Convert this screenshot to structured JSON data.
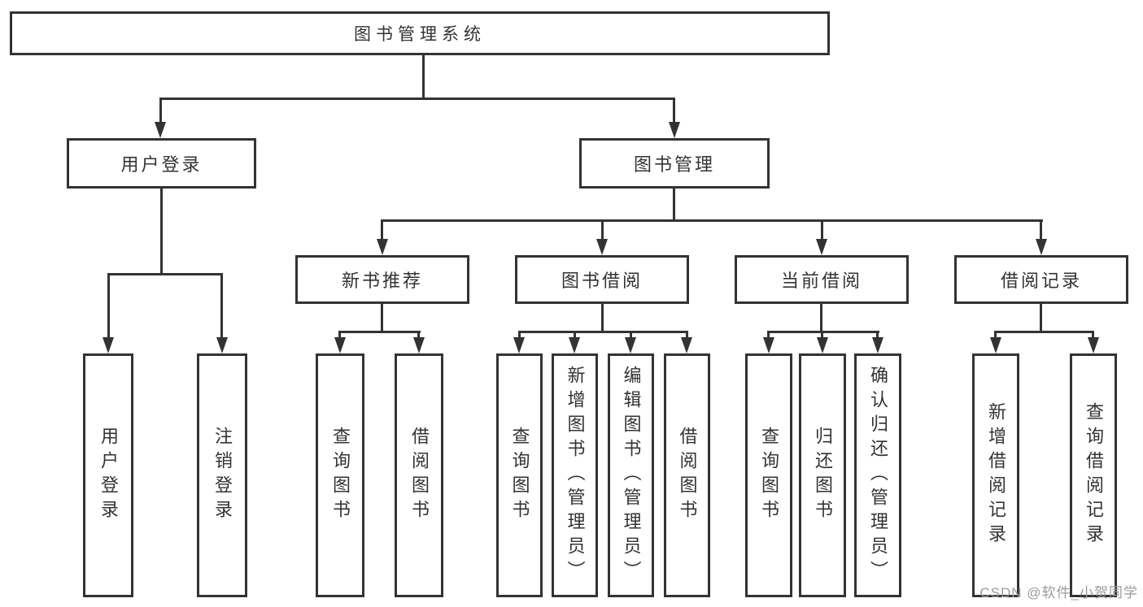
{
  "title": "图书管理系统",
  "branches": [
    {
      "label": "用户登录",
      "children": [
        "用户登录",
        "注销登录"
      ]
    },
    {
      "label": "图书管理",
      "sections": [
        {
          "label": "新书推荐",
          "children": [
            "查询图书",
            "借阅图书"
          ]
        },
        {
          "label": "图书借阅",
          "children": [
            "查询图书",
            "新增图书（管理员）",
            "编辑图书（管理员）",
            "借阅图书"
          ]
        },
        {
          "label": "当前借阅",
          "children": [
            "查询图书",
            "归还图书",
            "确认归还（管理员）"
          ]
        },
        {
          "label": "借阅记录",
          "children": [
            "新增借阅记录",
            "查询借阅记录"
          ]
        }
      ]
    }
  ],
  "watermark": "CSDN @软件_小贺同学",
  "colors": {
    "line": "#333333",
    "text": "#333333",
    "watermark_text": "#9b9b9b",
    "background": "#ffffff"
  }
}
